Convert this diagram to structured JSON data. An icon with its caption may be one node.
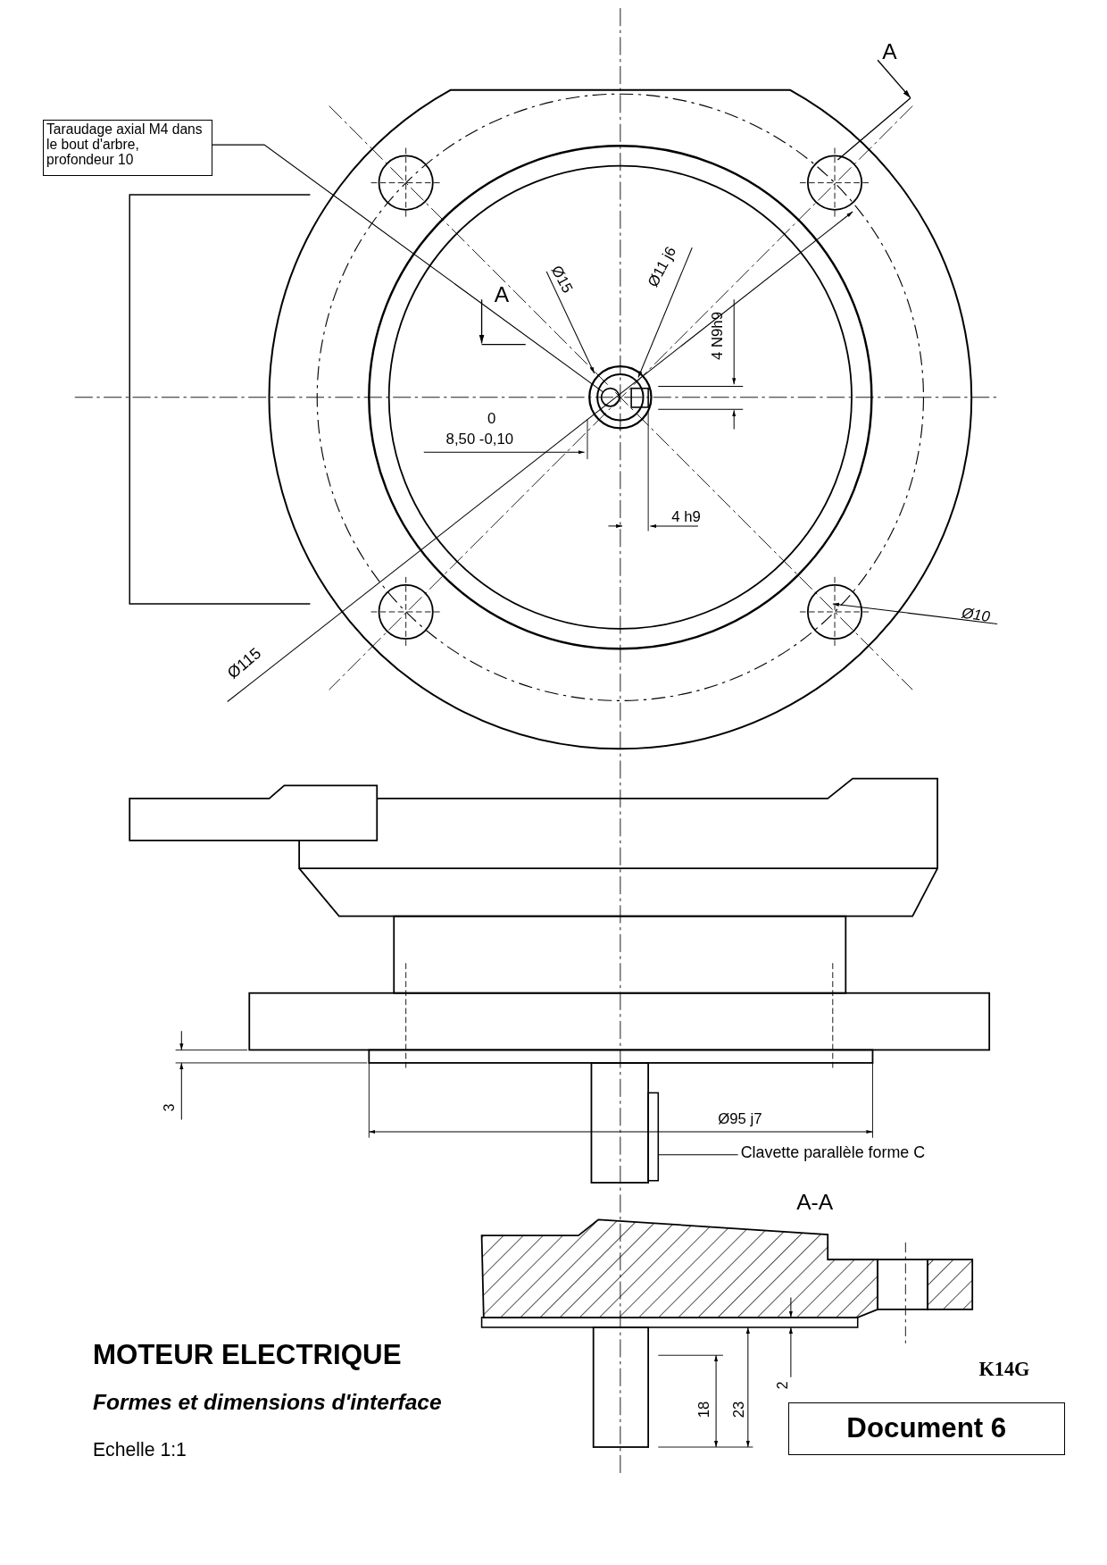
{
  "diagram": {
    "title": "MOTEUR ELECTRIQUE",
    "nodes": [
      {
        "text": [
          "Taraudage axial M4 dans le bout d'arbre, profondeur 10"
        ]
      },
      {
        "text": [],
        "shape": "circle"
      },
      {
        "text": [
          "Clavette parallèle forme C"
        ]
      },
      {
        "text": [],
        "shape": "bar"
      },
      {
        "text": [
          "Document 6"
        ]
      }
    ],
    "edges": [
      {
        "from": 0,
        "to": 1,
        "arrow": "none"
      },
      {
        "from": 2,
        "to": 3,
        "arrow": "none"
      }
    ],
    "labels": [
      "A",
      "A",
      "Ø15",
      "Ø11 j6",
      "4 N9h9",
      "0",
      "8,50 -0,10",
      "4 h9",
      "Ø10",
      "Ø115",
      "3",
      "Ø95 j7",
      "A-A",
      "2",
      "18",
      "23",
      "K14G",
      "Formes et dimensions d'interface",
      "Echelle 1:1"
    ]
  }
}
